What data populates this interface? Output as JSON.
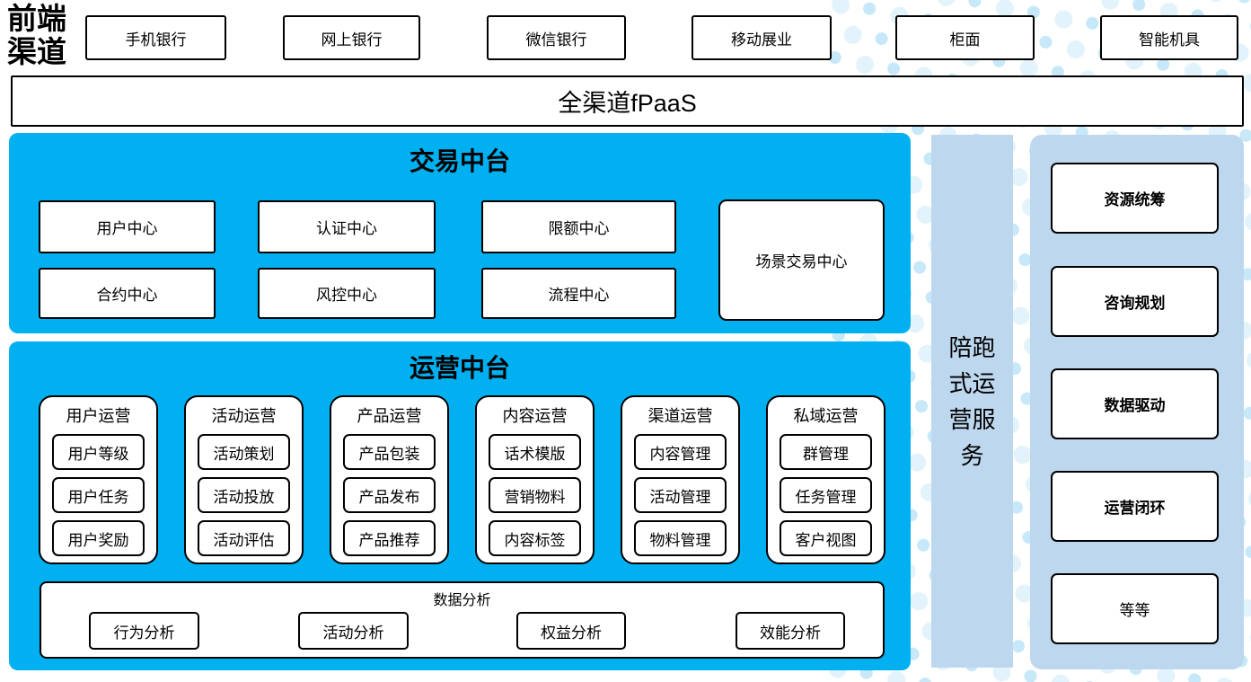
{
  "front_channels": {
    "label": "前端渠道",
    "items": [
      "手机银行",
      "网上银行",
      "微信银行",
      "移动展业",
      "柜面",
      "智能机具"
    ]
  },
  "fpaas": {
    "label": "全渠道fPaaS"
  },
  "transaction_platform": {
    "title": "交易中台",
    "centers": [
      "用户中心",
      "认证中心",
      "限额中心",
      "合约中心",
      "风控中心",
      "流程中心"
    ],
    "scenario_center": "场景交易中心"
  },
  "operation_platform": {
    "title": "运营中台",
    "groups": [
      {
        "title": "用户运营",
        "items": [
          "用户等级",
          "用户任务",
          "用户奖励"
        ]
      },
      {
        "title": "活动运营",
        "items": [
          "活动策划",
          "活动投放",
          "活动评估"
        ]
      },
      {
        "title": "产品运营",
        "items": [
          "产品包装",
          "产品发布",
          "产品推荐"
        ]
      },
      {
        "title": "内容运营",
        "items": [
          "话术模版",
          "营销物料",
          "内容标签"
        ]
      },
      {
        "title": "渠道运营",
        "items": [
          "内容管理",
          "活动管理",
          "物料管理"
        ]
      },
      {
        "title": "私域运营",
        "items": [
          "群管理",
          "任务管理",
          "客户视图"
        ]
      }
    ],
    "data_analysis": {
      "title": "数据分析",
      "items": [
        "行为分析",
        "活动分析",
        "权益分析",
        "效能分析"
      ]
    }
  },
  "side_service": {
    "label": "陪跑式运营服务"
  },
  "service_column": {
    "items": [
      "资源统筹",
      "咨询规划",
      "数据驱动",
      "运营闭环",
      "等等"
    ]
  },
  "colors": {
    "cyan": "#00B0F0",
    "light_blue": "#BDD7EE",
    "dot_light": "#E2F3FB",
    "dot_dark": "#C6E8F8"
  }
}
